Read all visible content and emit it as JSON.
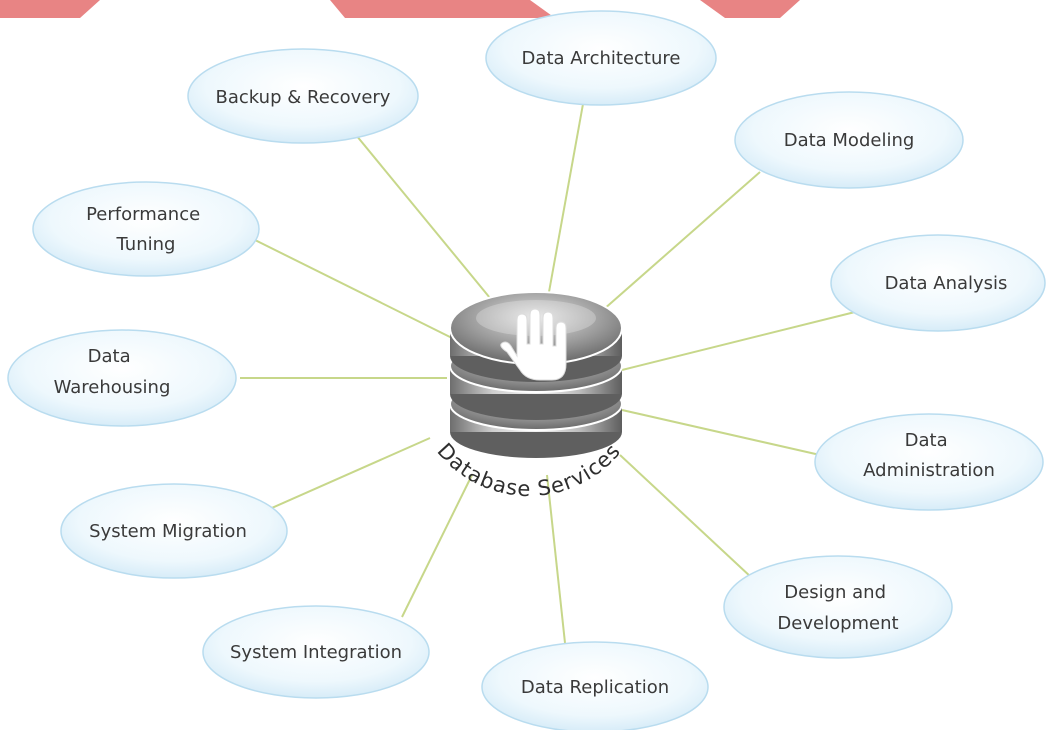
{
  "colors": {
    "ribbon": "#e88484",
    "connector": "#c7d78a",
    "bubble_fill": "#e8f5fc",
    "bubble_stroke": "#b9dcef",
    "hub_silver": "#b8b8b8"
  },
  "hub": {
    "label": "Database Services",
    "icon": "hand-icon"
  },
  "nodes": [
    {
      "id": "data-architecture",
      "lines": [
        "Data Architecture"
      ]
    },
    {
      "id": "data-modeling",
      "lines": [
        "Data Modeling"
      ]
    },
    {
      "id": "data-analysis",
      "lines": [
        "Data Analysis"
      ]
    },
    {
      "id": "data-administration",
      "lines": [
        "Data",
        "Administration"
      ]
    },
    {
      "id": "design-and-development",
      "lines": [
        "Design and",
        "Development"
      ]
    },
    {
      "id": "data-replication",
      "lines": [
        "Data Replication"
      ]
    },
    {
      "id": "system-integration",
      "lines": [
        "System Integration"
      ]
    },
    {
      "id": "system-migration",
      "lines": [
        "System Migration"
      ]
    },
    {
      "id": "data-warehousing",
      "lines": [
        "Data",
        "Warehousing"
      ]
    },
    {
      "id": "performance-tuning",
      "lines": [
        "Performance",
        "Tuning"
      ]
    },
    {
      "id": "backup-recovery",
      "lines": [
        "Backup & Recovery"
      ]
    }
  ]
}
